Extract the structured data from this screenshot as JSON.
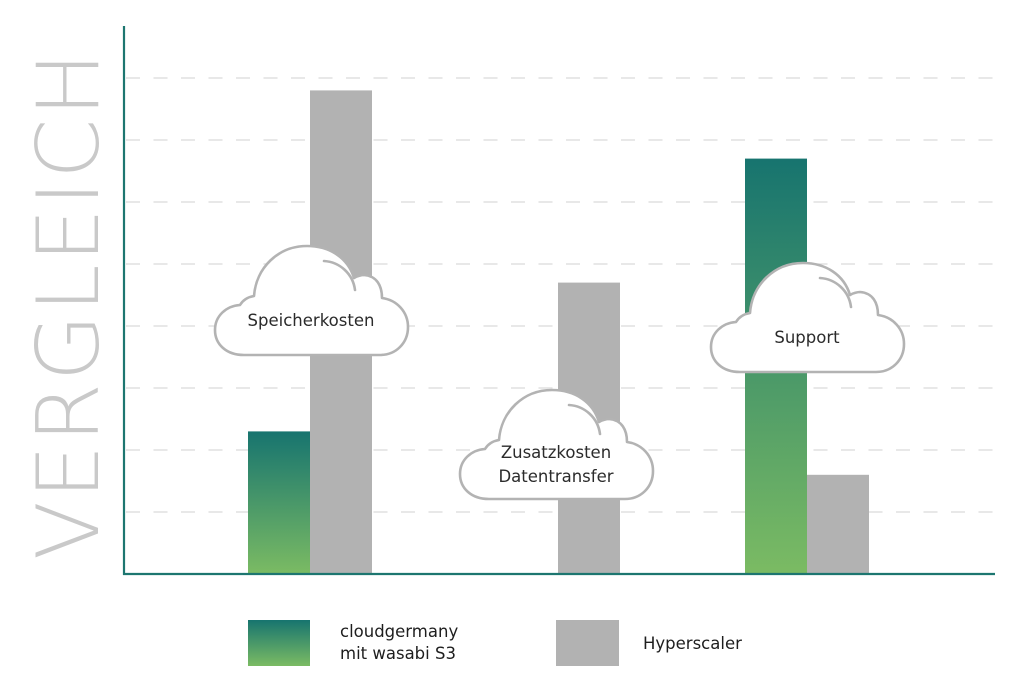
{
  "chart_data": {
    "type": "bar",
    "title": "VERGLEICH",
    "xlabel": "",
    "ylabel": "",
    "ylim": [
      0,
      8.8
    ],
    "grid": true,
    "categories": [
      "Speicherkosten",
      "Zusatzkosten Datentransfer",
      "Support"
    ],
    "category_lines": [
      [
        "Speicherkosten"
      ],
      [
        "Zusatzkosten",
        "Datentransfer"
      ],
      [
        "Support"
      ]
    ],
    "series": [
      {
        "name": "cloudgermany mit wasabi S3",
        "legend_lines": [
          "cloudgermany",
          "mit wasabi S3"
        ],
        "values": [
          2.3,
          0,
          6.7
        ],
        "color_top": "#17746f",
        "color_bottom": "#7bbb63"
      },
      {
        "name": "Hyperscaler",
        "legend_lines": [
          "Hyperscaler"
        ],
        "values": [
          7.8,
          4.7,
          1.6
        ],
        "color": "#b2b2b2"
      }
    ],
    "legend_position": "bottom",
    "axis_color": "#1d7670",
    "grid_color": "#d9d9d9",
    "cloud_stroke": "#b3b3b3"
  }
}
